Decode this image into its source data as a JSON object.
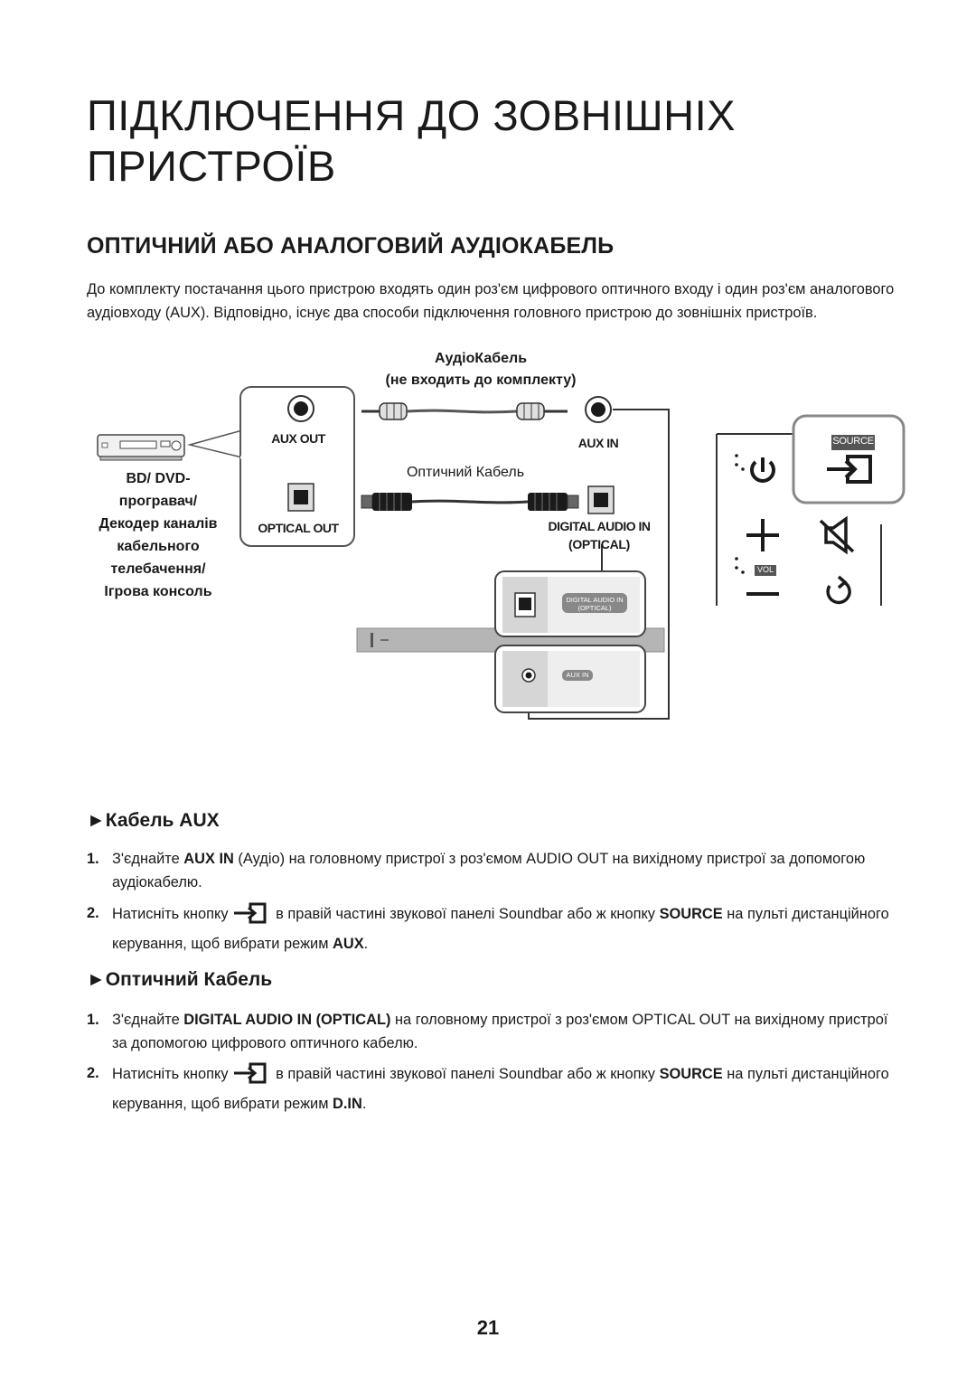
{
  "title_line1": "ПІДКЛЮЧЕННЯ ДО ЗОВНІШНІХ",
  "title_line2": "ПРИСТРОЇВ",
  "section_heading": "ОПТИЧНИЙ АБО АНАЛОГОВИЙ АУДІОКАБЕЛЬ",
  "intro": "До комплекту постачання цього пристрою входять один роз'єм цифрового оптичного входу і один роз'єм аналогового аудіовходу (AUX). Відповідно, існує два способи підключення головного пристрою до зовнішніх пристроїв.",
  "diagram": {
    "audio_cable_label": "АудіоКабель",
    "audio_cable_note": "(не входить до комплекту)",
    "aux_out": "AUX OUT",
    "aux_in": "AUX IN",
    "optical_cable_label": "Оптичний Кабель",
    "optical_out": "OPTICAL OUT",
    "digital_audio_in_line1": "DIGITAL AUDIO IN",
    "digital_audio_in_line2": "(OPTICAL)",
    "panel_digital_line1": "DIGITAL AUDIO IN",
    "panel_digital_line2": "(OPTICAL)",
    "panel_aux_in": "AUX IN",
    "source_badge": "SOURCE",
    "vol_badge": "VOL",
    "device_line1": "BD/ DVD-",
    "device_line2": "програвач/",
    "device_line3": "Декодер каналів",
    "device_line4": "кабельного",
    "device_line5": "телебачення/",
    "device_line6": "Ігрова консоль"
  },
  "aux_section": {
    "heading": "►Кабель AUX",
    "step1": {
      "num": "1.",
      "t1": "З'єднайте ",
      "b1": "AUX IN",
      "t2": " (Аудіо) на головному пристрої з роз'ємом AUDIO OUT на вихідному пристрої за допомогою аудіокабелю."
    },
    "step2": {
      "num": "2.",
      "t1": "Натисніть кнопку",
      "t2": " в правій частині звукової панелі Soundbar або ж кнопку ",
      "b1": "SOURCE",
      "t3": " на пульті дистанційного керування, щоб вибрати режим ",
      "b2": "AUX",
      "t4": "."
    }
  },
  "optical_section": {
    "heading": "►Оптичний Кабель",
    "step1": {
      "num": "1.",
      "t1": "З'єднайте ",
      "b1": "DIGITAL AUDIO IN (OPTICAL)",
      "t2": " на головному пристрої з роз'ємом OPTICAL OUT на вихідному пристрої за допомогою цифрового оптичного кабелю."
    },
    "step2": {
      "num": "2.",
      "t1": "Натисніть кнопку",
      "t2": " в правій частині звукової панелі Soundbar або ж кнопку ",
      "b1": "SOURCE",
      "t3": " на пульті дистанційного керування, щоб вибрати режим ",
      "b2": "D.IN",
      "t4": "."
    }
  },
  "page_number": "21"
}
